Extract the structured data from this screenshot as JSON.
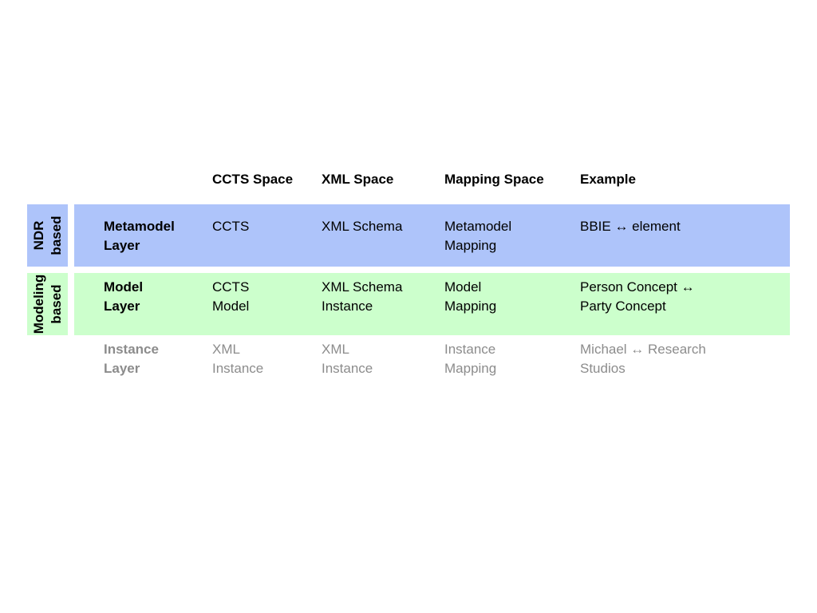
{
  "headers": {
    "ccts": "CCTS Space",
    "xml": "XML Space",
    "mapping": "Mapping Space",
    "example": "Example"
  },
  "groups": {
    "ndr": {
      "line1": "NDR",
      "line2": "based",
      "color": "#aec4fa"
    },
    "modeling": {
      "line1": "Modeling",
      "line2": "based",
      "color": "#ccffcc"
    }
  },
  "rows": {
    "metamodel": {
      "layer": [
        "Metamodel",
        "Layer"
      ],
      "ccts": [
        "CCTS"
      ],
      "xml": [
        "XML Schema"
      ],
      "mapping": [
        "Metamodel",
        "Mapping"
      ],
      "example": [
        "BBIE ↔ element"
      ]
    },
    "model": {
      "layer": [
        "Model",
        "Layer"
      ],
      "ccts": [
        "CCTS",
        "Model"
      ],
      "xml": [
        "XML Schema",
        "Instance"
      ],
      "mapping": [
        "Model",
        "Mapping"
      ],
      "example": [
        "Person Concept ↔",
        "Party Concept"
      ]
    },
    "instance": {
      "layer": [
        "Instance",
        "Layer"
      ],
      "ccts": [
        "XML",
        "Instance"
      ],
      "xml": [
        "XML",
        "Instance"
      ],
      "mapping": [
        "Instance",
        "Mapping"
      ],
      "example": [
        "Michael ↔ Research",
        "Studios"
      ]
    }
  }
}
